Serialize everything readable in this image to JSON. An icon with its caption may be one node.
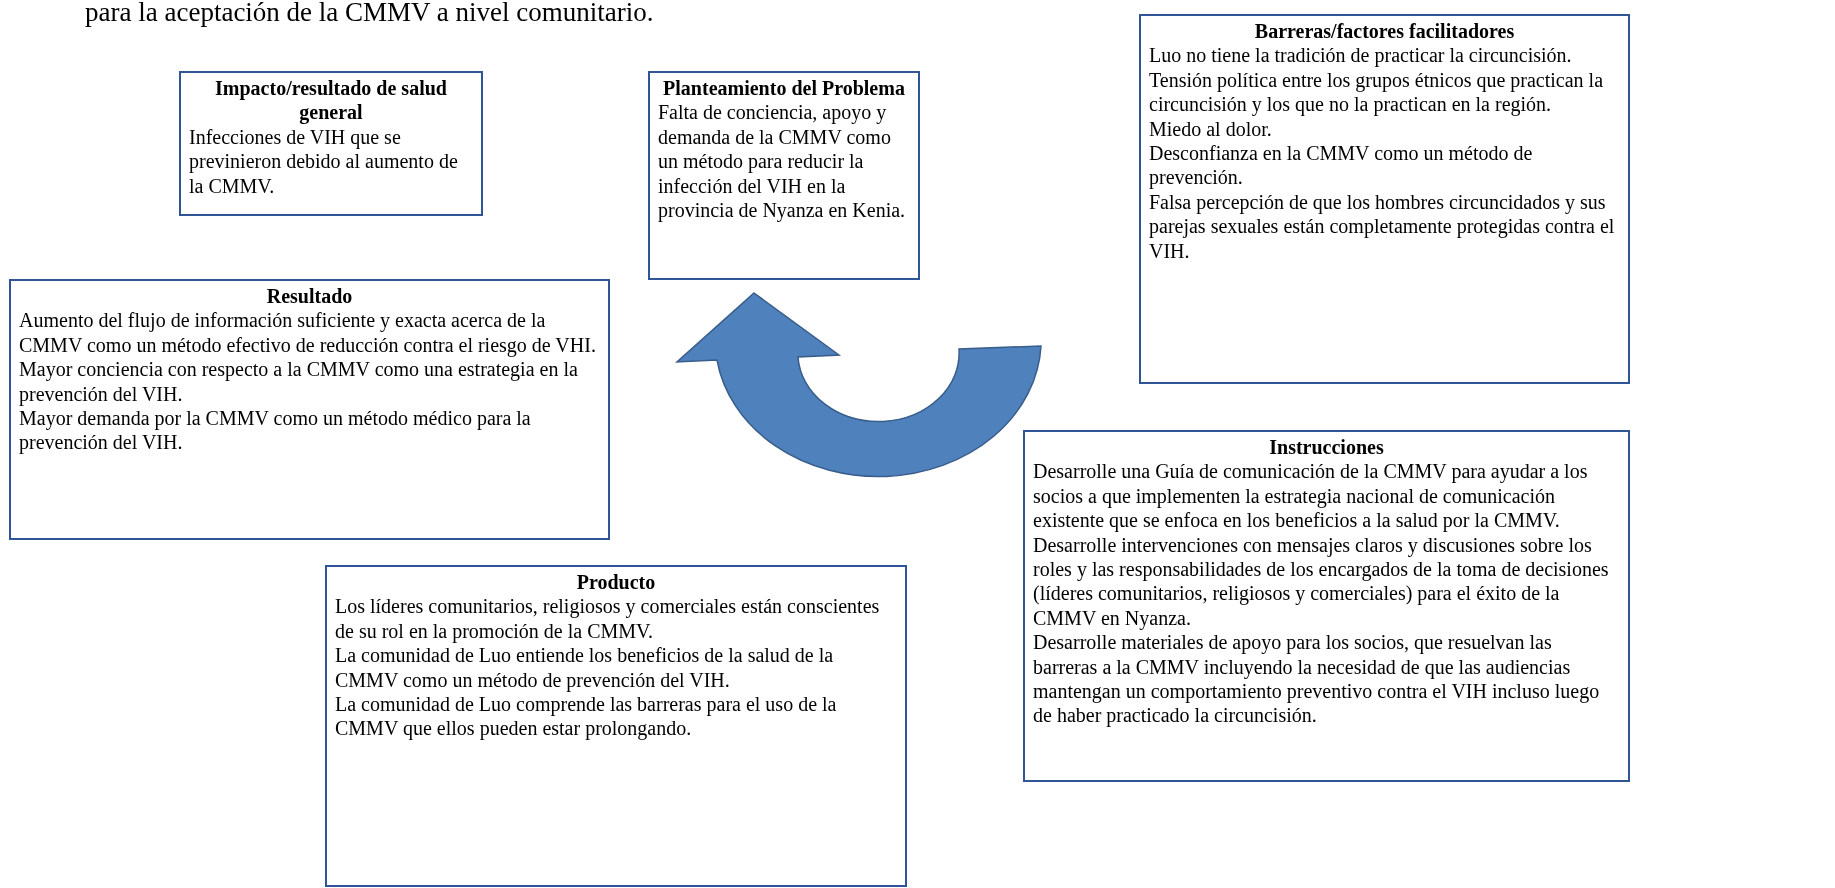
{
  "diagram": {
    "nodes": [
      {
        "text": [
          "Impacto/resultado de salud general",
          "Infecciones de VIH que se previnieron debido al aumento de la CMMV."
        ]
      },
      {
        "text": [
          "Planteamiento del Problema",
          "Falta de conciencia, apoyo y demanda de la CMMV como un método para reducir la infección del VIH en la provincia de Nyanza en Kenia."
        ]
      },
      {
        "text": [
          "Barreras/factores facilitadores",
          "Luo no tiene la tradición de practicar la circuncisión.",
          "Tensión política entre los grupos étnicos que practican la circuncisión y los que no la practican en la región.",
          "Miedo al dolor.",
          "Desconfianza en la CMMV como un método de prevención.",
          "Falsa percepción de que los hombres circuncidados y sus parejas sexuales están completamente protegidas contra el VIH."
        ]
      },
      {
        "text": [
          "Resultado",
          "Aumento del flujo de información suficiente y exacta acerca de la CMMV como un método efectivo de reducción contra el riesgo de VHI.",
          "Mayor conciencia con respecto a la CMMV como una estrategia en la prevención del VIH.",
          "Mayor demanda por la CMMV como un método médico para la prevención del VIH."
        ]
      },
      {
        "text": [
          "Instrucciones",
          "Desarrolle una Guía de comunicación de la CMMV para ayudar a los socios a que implementen la estrategia nacional de comunicación existente que se enfoca en los beneficios a la salud por la CMMV.",
          "Desarrolle intervenciones con mensajes claros y discusiones sobre los roles y las responsabilidades de los encargados de la toma de decisiones (líderes comunitarios, religiosos y comerciales) para el éxito de la CMMV en Nyanza.",
          "Desarrolle materiales de apoyo para los socios, que resuelvan las barreras a la CMMV incluyendo la necesidad de que las audiencias mantengan un comportamiento preventivo contra el VIH incluso luego de haber practicado la circuncisión."
        ]
      },
      {
        "text": [
          "Producto",
          "Los líderes comunitarios, religiosos y comerciales están conscientes de su rol en la promoción de la CMMV.",
          "La comunidad de Luo entiende los beneficios de la salud de la CMMV como un método de prevención del VIH.",
          "La comunidad de Luo comprende las barreras para el uso de la CMMV que ellos pueden estar prolongando."
        ]
      }
    ],
    "labels": [
      "para la aceptación de la CMMV a nivel comunitario."
    ]
  }
}
